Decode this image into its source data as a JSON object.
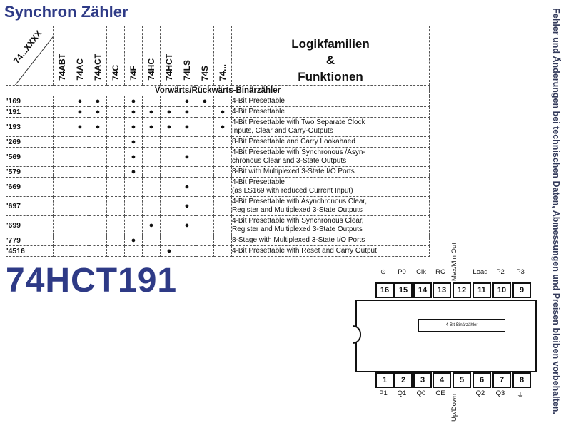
{
  "page": {
    "title": "Synchron Zähler",
    "part_number": "74HCT191",
    "side_note": "Fehler und Änderungen bei technischen Daten, Abmessungen und Preisen bleiben vorbehalten."
  },
  "table": {
    "corner_label": "74...XXXX",
    "families": [
      "74ABT",
      "74AC",
      "74ACT",
      "74C",
      "74F",
      "74HC",
      "74HCT",
      "74LS",
      "74S",
      "74..."
    ],
    "function_header": [
      "Logikfamilien",
      "&",
      "Funktionen"
    ],
    "section_label": "Vorwärts/Rückwärts-Binärzähler",
    "dot_symbol": "●",
    "rows": [
      {
        "code": "'169",
        "dots": [
          false,
          true,
          true,
          false,
          true,
          false,
          false,
          true,
          true,
          false
        ],
        "lines": [
          "4-Bit Presettable"
        ]
      },
      {
        "code": "'191",
        "dots": [
          false,
          true,
          true,
          false,
          true,
          true,
          true,
          true,
          false,
          true
        ],
        "lines": [
          "4-Bit Presettable"
        ]
      },
      {
        "code": "'193",
        "dots": [
          false,
          true,
          true,
          false,
          true,
          true,
          true,
          true,
          false,
          true
        ],
        "lines": [
          "4-Bit Presettable with Two Separate Clock",
          "Inputs, Clear and Carry-Outputs"
        ]
      },
      {
        "code": "'269",
        "dots": [
          false,
          false,
          false,
          false,
          true,
          false,
          false,
          false,
          false,
          false
        ],
        "lines": [
          "8-Bit Presettable and Carry Lookahaed"
        ]
      },
      {
        "code": "'569",
        "dots": [
          false,
          false,
          false,
          false,
          true,
          false,
          false,
          true,
          false,
          false
        ],
        "lines": [
          "4-Bit Presettable with Synchronous /Asyn-",
          "chronous Clear and 3-State Outputs"
        ]
      },
      {
        "code": "'579",
        "dots": [
          false,
          false,
          false,
          false,
          true,
          false,
          false,
          false,
          false,
          false
        ],
        "lines": [
          "8-Bit with Multiplexed 3-State I/O Ports"
        ]
      },
      {
        "code": "'669",
        "dots": [
          false,
          false,
          false,
          false,
          false,
          false,
          false,
          true,
          false,
          false
        ],
        "lines": [
          "4-Bit Presettable",
          "(as LS169 with reduced Current Input)"
        ]
      },
      {
        "code": "'697",
        "dots": [
          false,
          false,
          false,
          false,
          false,
          false,
          false,
          true,
          false,
          false
        ],
        "lines": [
          "4-Bit Presettable with Asynchronous Clear,",
          "Register and Multiplexed 3-State Outputs"
        ]
      },
      {
        "code": "'699",
        "dots": [
          false,
          false,
          false,
          false,
          false,
          true,
          false,
          true,
          false,
          false
        ],
        "lines": [
          "4-Bit Presettable with Synchronous Clear,",
          "Register and Multiplexed 3-State Outputs"
        ]
      },
      {
        "code": "'779",
        "dots": [
          false,
          false,
          false,
          false,
          true,
          false,
          false,
          false,
          false,
          false
        ],
        "lines": [
          "8-Stage with Multiplexed 3-State I/O Ports"
        ]
      },
      {
        "code": "'4516",
        "dots": [
          false,
          false,
          false,
          false,
          false,
          false,
          true,
          false,
          false,
          false
        ],
        "lines": [
          "4-Bit Presettable with Reset and Carry Output"
        ]
      }
    ]
  },
  "ic": {
    "top_pins": [
      {
        "num": "16",
        "label": "⊙"
      },
      {
        "num": "15",
        "label": "P0"
      },
      {
        "num": "14",
        "label": "Clk"
      },
      {
        "num": "13",
        "label": "RC"
      },
      {
        "num": "12",
        "label": "Max/Min Out"
      },
      {
        "num": "11",
        "label": "Load"
      },
      {
        "num": "10",
        "label": "P2"
      },
      {
        "num": "9",
        "label": "P3"
      }
    ],
    "bottom_pins": [
      {
        "num": "1",
        "label": "P1"
      },
      {
        "num": "2",
        "label": "Q1"
      },
      {
        "num": "3",
        "label": "Q0"
      },
      {
        "num": "4",
        "label": "CE"
      },
      {
        "num": "5",
        "label": "Up/Down"
      },
      {
        "num": "6",
        "label": "Q2"
      },
      {
        "num": "7",
        "label": "Q3"
      },
      {
        "num": "8",
        "label": "⏚"
      }
    ],
    "inner_label": "4-Bit-Binärzähler"
  }
}
